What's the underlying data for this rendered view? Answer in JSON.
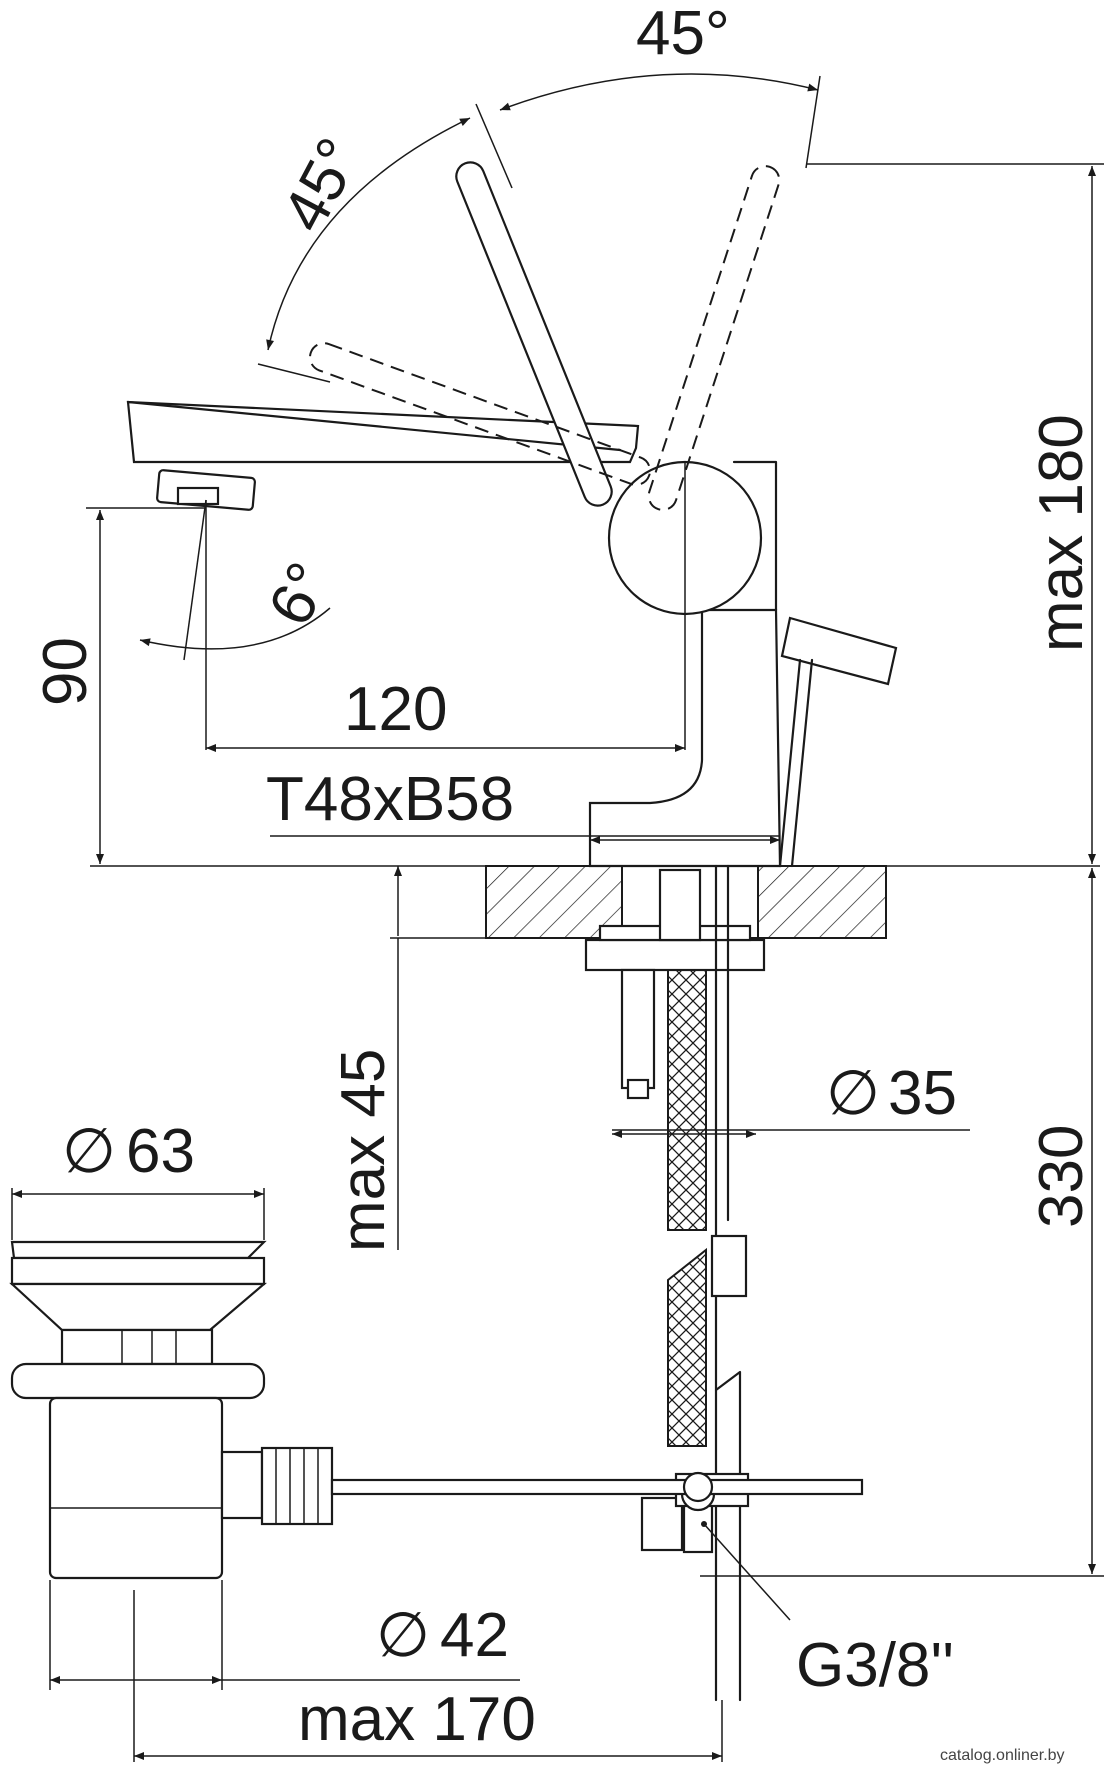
{
  "dimensions": {
    "angle_top": "45°",
    "angle_left": "45°",
    "angle_spout": "6°",
    "height_outlet": "90",
    "spout_reach": "120",
    "base_size": "T48xB58",
    "max_height": "max 180",
    "max_thickness": "max 45",
    "pipe_diameter": "35",
    "flange_diameter": "63",
    "overall_height": "330",
    "drain_diameter": "42",
    "max_reach": "max 170",
    "connection": "G3/8''"
  },
  "symbols": {
    "diameter": "∅"
  },
  "watermark": "catalog.onliner.by"
}
